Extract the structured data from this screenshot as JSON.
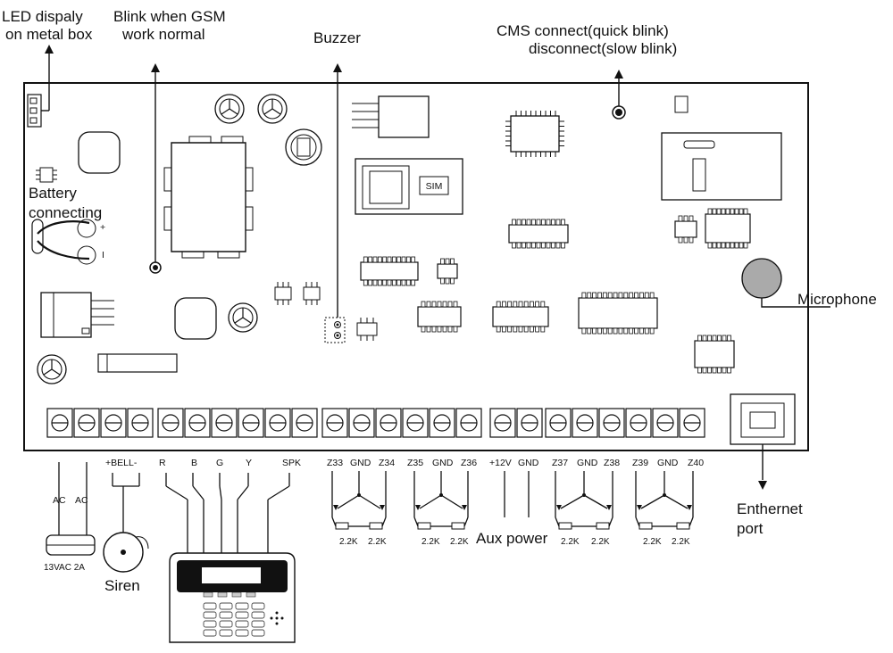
{
  "labels": {
    "led_display": [
      "LED dispaly",
      "on metal box"
    ],
    "gsm_blink": [
      "Blink when GSM",
      "work normal"
    ],
    "buzzer": "Buzzer",
    "cms": [
      "CMS connect(quick blink)",
      "disconnect(slow blink)"
    ],
    "battery": [
      "Battery",
      "connecting"
    ],
    "microphone": "Microphone",
    "ethernet": [
      "Enthernet",
      "port"
    ],
    "aux_power": "Aux power",
    "siren": "Siren",
    "transformer": "13VAC 2A",
    "sim": "SIM",
    "battery_plus": "+",
    "battery_minus": "I"
  },
  "terminals": {
    "power": [
      "AC",
      "AC",
      "+BELL-"
    ],
    "keypad": [
      "R",
      "B",
      "G",
      "Y",
      "SPK"
    ],
    "zones_a": [
      "Z33",
      "GND",
      "Z34"
    ],
    "zones_b": [
      "Z35",
      "GND",
      "Z36"
    ],
    "aux": [
      "+12V",
      "GND"
    ],
    "zones_c": [
      "Z37",
      "GND",
      "Z38"
    ],
    "zones_d": [
      "Z39",
      "GND",
      "Z40"
    ]
  },
  "resistors": [
    "2.2K",
    "2.2K",
    "2.2K",
    "2.2K",
    "2.2K",
    "2.2K",
    "2.2K",
    "2.2K"
  ]
}
